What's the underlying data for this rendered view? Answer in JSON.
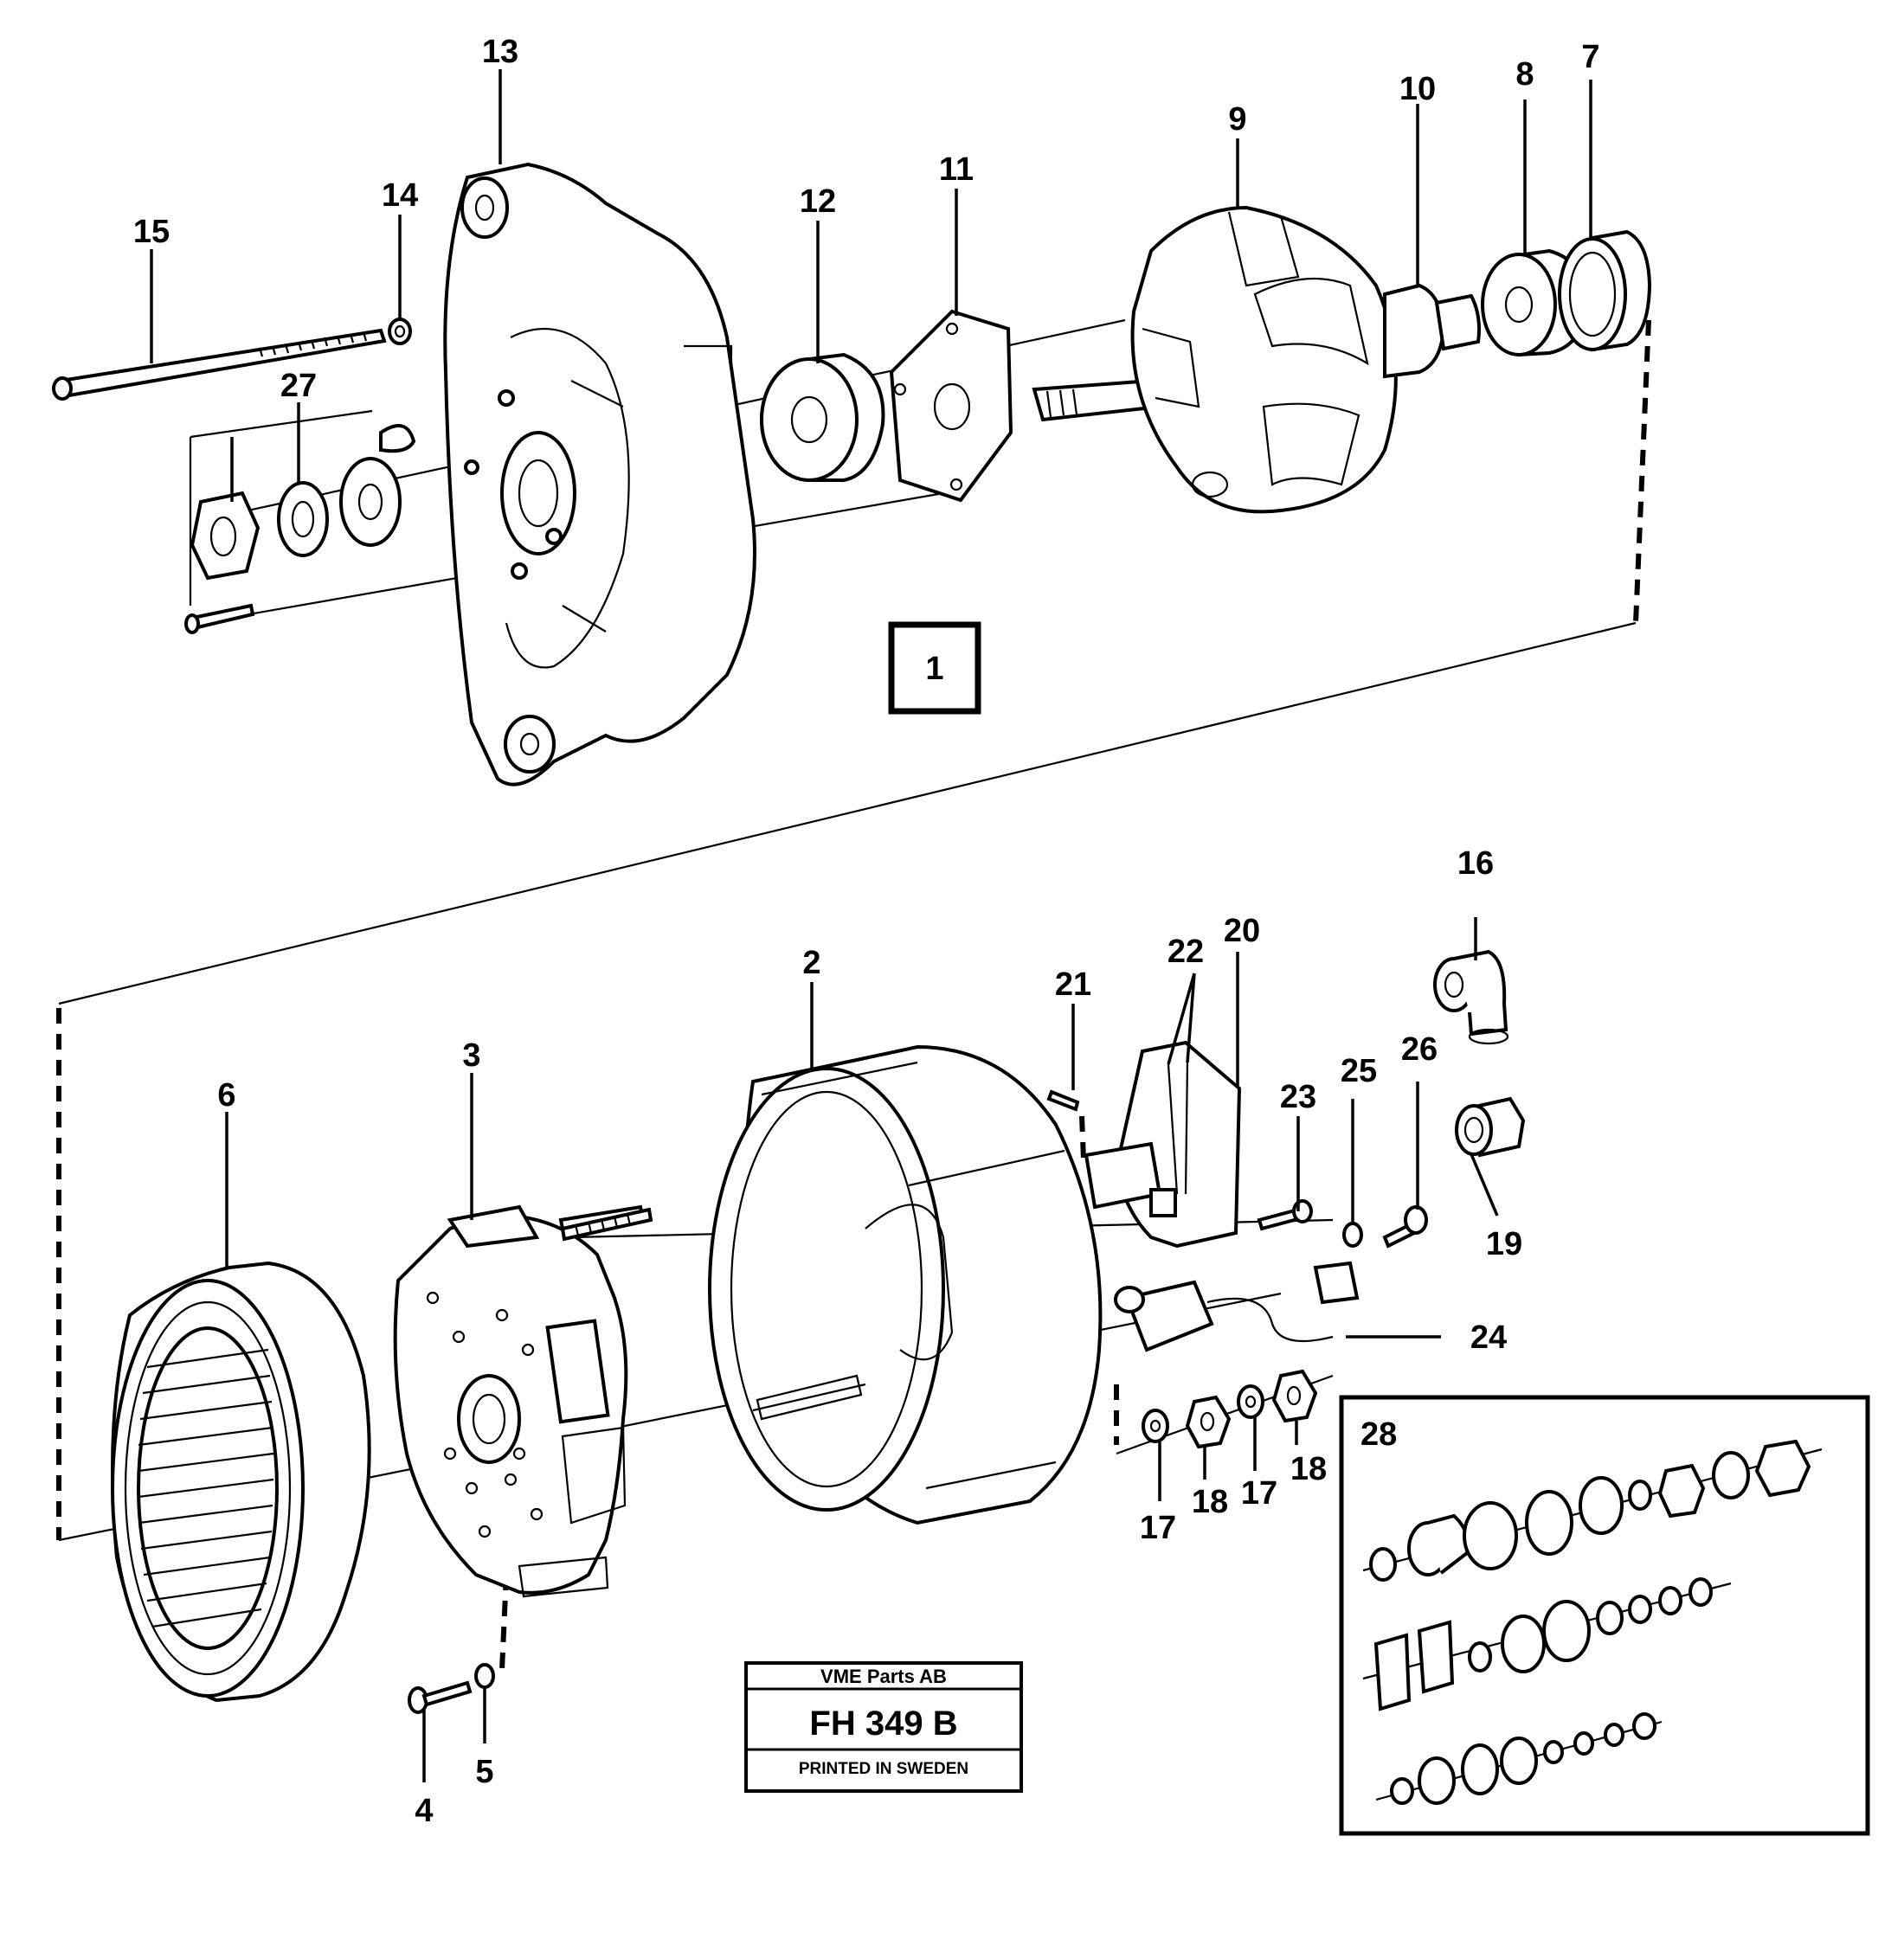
{
  "callouts": {
    "c1": "1",
    "c2": "2",
    "c3": "3",
    "c4": "4",
    "c5": "5",
    "c6": "6",
    "c7": "7",
    "c8": "8",
    "c9": "9",
    "c10": "10",
    "c11": "11",
    "c12": "12",
    "c13": "13",
    "c14": "14",
    "c15": "15",
    "c16": "16",
    "c17a": "17",
    "c17b": "17",
    "c18a": "18",
    "c18b": "18",
    "c19": "19",
    "c20": "20",
    "c21": "21",
    "c22": "22",
    "c23": "23",
    "c24": "24",
    "c25": "25",
    "c26": "26",
    "c27": "27",
    "c28": "28"
  },
  "stamp": {
    "company": "VME Parts AB",
    "code": "FH 349 B",
    "printed": "PRINTED IN SWEDEN"
  }
}
